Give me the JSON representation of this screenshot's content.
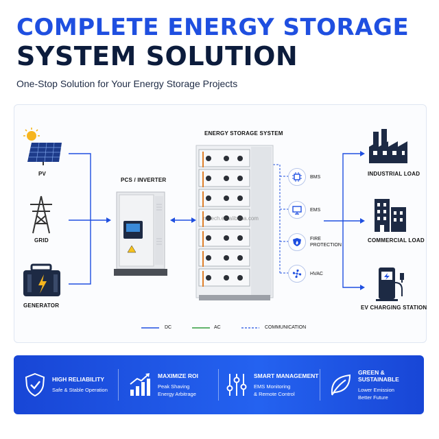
{
  "header": {
    "title_line1": "COMPLETE ENERGY STORAGE",
    "title_line2": "SYSTEM SOLUTION",
    "subtitle": "One-Stop Solution for Your Energy Storage Projects"
  },
  "diagram": {
    "sources": [
      {
        "label": "PV",
        "icon": "solar-panel-icon"
      },
      {
        "label": "GRID",
        "icon": "transmission-tower-icon"
      },
      {
        "label": "GENERATOR",
        "icon": "generator-icon"
      }
    ],
    "pcs_label": "PCS / INVERTER",
    "ess_label": "ENERGY STORAGE SYSTEM",
    "watermark": "rmtech.en.alibaba.com",
    "subsystems": [
      {
        "label": "BMS",
        "icon": "chip-icon"
      },
      {
        "label": "EMS",
        "icon": "monitor-icon"
      },
      {
        "label_line1": "FIRE",
        "label_line2": "PROTECTION",
        "icon": "fire-shield-icon"
      },
      {
        "label": "HVAC",
        "icon": "fan-icon"
      }
    ],
    "loads": [
      {
        "label": "INDUSTRIAL LOAD",
        "icon": "factory-icon"
      },
      {
        "label": "COMMERCIAL LOAD",
        "icon": "building-icon"
      },
      {
        "label": "EV CHARGING STATION",
        "icon": "ev-charger-icon"
      }
    ],
    "legend": [
      {
        "label": "DC",
        "color": "#1f4fe0",
        "style": "solid"
      },
      {
        "label": "AC",
        "color": "#2e9b3c",
        "style": "solid"
      },
      {
        "label": "COMMUNICATION",
        "color": "#1f4fe0",
        "style": "dashed"
      }
    ]
  },
  "features": [
    {
      "title": "HIGH RELIABILITY",
      "desc1": "Safe & Stable Operation",
      "desc2": "",
      "icon": "shield-check-icon"
    },
    {
      "title": "MAXIMIZE ROI",
      "desc1": "Peak Shaving",
      "desc2": "Energy Arbitrage",
      "icon": "growth-chart-icon"
    },
    {
      "title": "SMART MANAGEMENT",
      "desc1": "EMS Monitoring",
      "desc2": "& Remote Control",
      "icon": "sliders-icon"
    },
    {
      "title": "GREEN & SUSTAINABLE",
      "desc1": "Lower Emission",
      "desc2": "Better Future",
      "icon": "leaf-icon"
    }
  ],
  "colors": {
    "accent": "#1f4fe0",
    "dark": "#0c1c3c",
    "ac": "#2e9b3c"
  }
}
